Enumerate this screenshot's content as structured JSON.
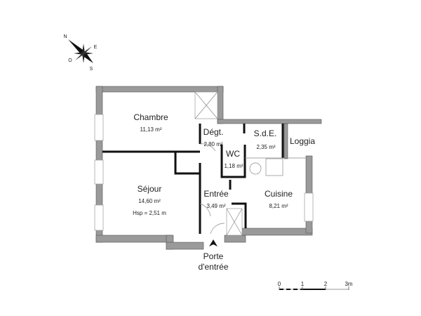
{
  "compass": {
    "n": "N",
    "e": "E",
    "s": "S",
    "o": "O"
  },
  "rooms": [
    {
      "name": "Chambre",
      "area": "11,13 m²"
    },
    {
      "name": "Dégt.",
      "area": "2,80 m²"
    },
    {
      "name": "S.d.E.",
      "area": "2,35 m²"
    },
    {
      "name": "Loggia"
    },
    {
      "name": "WC",
      "area": "1,18 m²"
    },
    {
      "name": "Séjour",
      "area": "14,60 m²",
      "note": "Hsp = 2,51 m"
    },
    {
      "name": "Entrée",
      "area": "3,49 m²"
    },
    {
      "name": "Cuisine",
      "area": "8,21 m²"
    }
  ],
  "entrance": {
    "line1": "Porte",
    "line2": "d'entrée"
  },
  "scale": {
    "ticks": [
      "0",
      "1",
      "2",
      "3m"
    ]
  }
}
